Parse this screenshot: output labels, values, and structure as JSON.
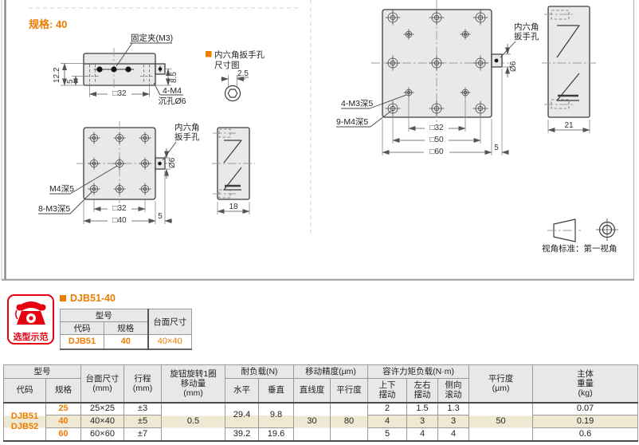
{
  "colors": {
    "accent_orange": "#ee7d00",
    "badge_red": "#e60012",
    "row_highlight": "#efe9d4",
    "table_header_gray": "#e8e8e8"
  },
  "drawing": {
    "spec_label": "规格: 40",
    "view_standard": "视角标准：第一视角",
    "fig_side_small": {
      "clamp": "固定夹(M3)",
      "dim_total_h": "12.2",
      "dim_base_h": "5",
      "dim_right_h": "8.5",
      "dim_width": "□32",
      "note1": "4-M4",
      "note2": "沉孔Ø6"
    },
    "hex_note": {
      "line1": "内六角扳手孔",
      "line2": "尺寸图",
      "dim": "2.5"
    },
    "fig_top_small": {
      "label_center": "M4深5",
      "label_corner": "8-M3深5",
      "dim1": "□32",
      "dim2": "□40",
      "dim_off": "5",
      "dim_d": "Ø6",
      "hex1": "内六角",
      "hex2": "扳手孔",
      "side_w": "18"
    },
    "fig_top_large": {
      "label_small": "4-M3深5",
      "label_large": "9-M4深5",
      "dim1": "□32",
      "dim2": "□50",
      "dim3": "□60",
      "dim_off": "5",
      "dim_d": "Ø6",
      "hex1": "内六角",
      "hex2": "扳手孔",
      "side_w": "21"
    }
  },
  "selection": {
    "badge": "选型示范",
    "title": "DJB51-40",
    "table": {
      "model": "型号",
      "code": "代码",
      "spec": "规格",
      "size": "台面尺寸",
      "code_v": "DJB51",
      "spec_v": "40",
      "size_v": "40×40"
    }
  },
  "spec_table": {
    "group_model": "型号",
    "col_code": "代码",
    "col_spec": "规格",
    "col_size": "台面尺寸\n(mm)",
    "col_travel": "行程\n(mm)",
    "col_knob": "旋钮旋转1圈\n移动量\n(mm)",
    "group_load": "耐负载(N)",
    "col_load_h": "水平",
    "col_load_v": "垂直",
    "group_accuracy": "移动精度(μm)",
    "col_straightness": "直线度",
    "col_parallelism": "平行度",
    "group_moment": "容许力矩负载(N·m)",
    "col_pitch": "上下\n摆动",
    "col_yaw": "左右\n摆动",
    "col_roll": "侧向\n滚动",
    "col_parallel2": "平行度\n(μm)",
    "col_weight": "主体\n重量\n(kg)",
    "code_value": "DJB51\nDJB52",
    "knob_value": "0.5",
    "load_h_12": "29.4",
    "load_v_12": "9.8",
    "load_h_3": "39.2",
    "load_v_3": "19.6",
    "straightness": "30",
    "parallelism": "80",
    "parallel2": "50",
    "rows": [
      {
        "spec": "25",
        "size": "25×25",
        "travel": "±3",
        "pitch": "2",
        "yaw": "1.5",
        "roll": "1.3",
        "weight": "0.07"
      },
      {
        "spec": "40",
        "size": "40×40",
        "travel": "±5",
        "pitch": "4",
        "yaw": "3",
        "roll": "3",
        "weight": "0.19"
      },
      {
        "spec": "60",
        "size": "60×60",
        "travel": "±7",
        "pitch": "5",
        "yaw": "4",
        "roll": "4",
        "weight": "0.6"
      }
    ]
  }
}
